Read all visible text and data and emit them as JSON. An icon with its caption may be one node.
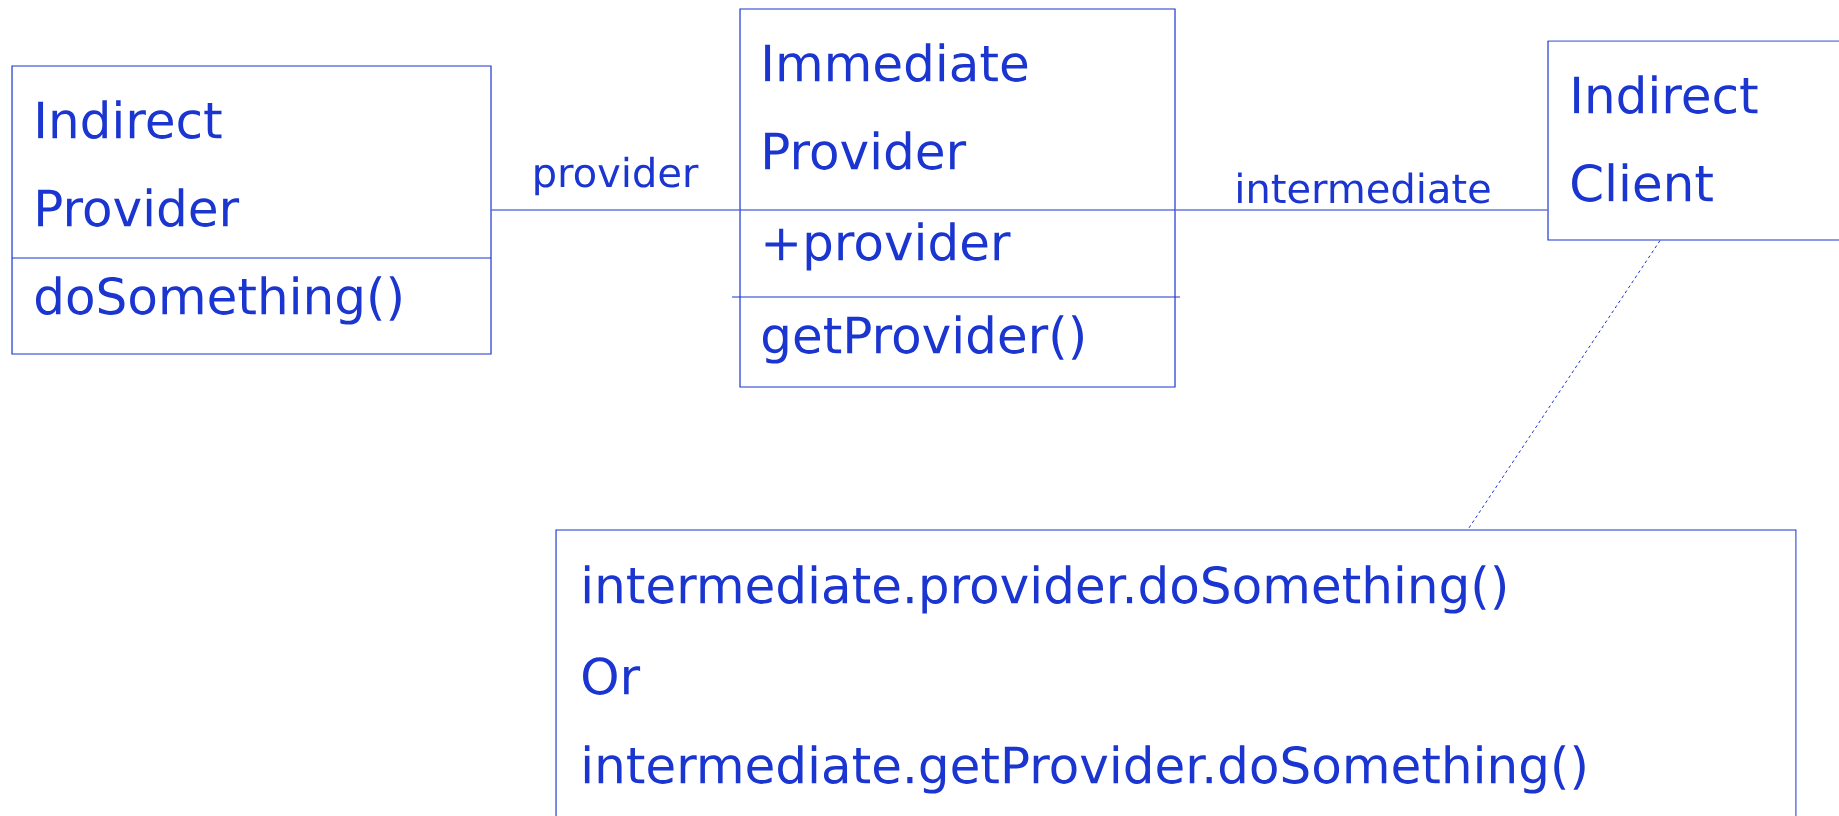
{
  "diagram": {
    "nodes": [
      {
        "text": [
          "Indirect Provider",
          "doSomething()"
        ]
      },
      {
        "text": [
          "Immediate Provider",
          "+provider",
          "getProvider()"
        ]
      },
      {
        "text": [
          "Indirect Client"
        ]
      },
      {
        "text": [
          "intermediate.provider.doSomething()",
          "Or",
          "intermediate.getProvider.doSomething()"
        ]
      }
    ],
    "edges": [
      {
        "from": 0,
        "to": 1,
        "arrow": "none",
        "label": "provider"
      },
      {
        "from": 1,
        "to": 2,
        "arrow": "none",
        "label": "intermediate"
      },
      {
        "from": 2,
        "to": 3,
        "arrow": "none",
        "style": "dashed"
      }
    ]
  }
}
